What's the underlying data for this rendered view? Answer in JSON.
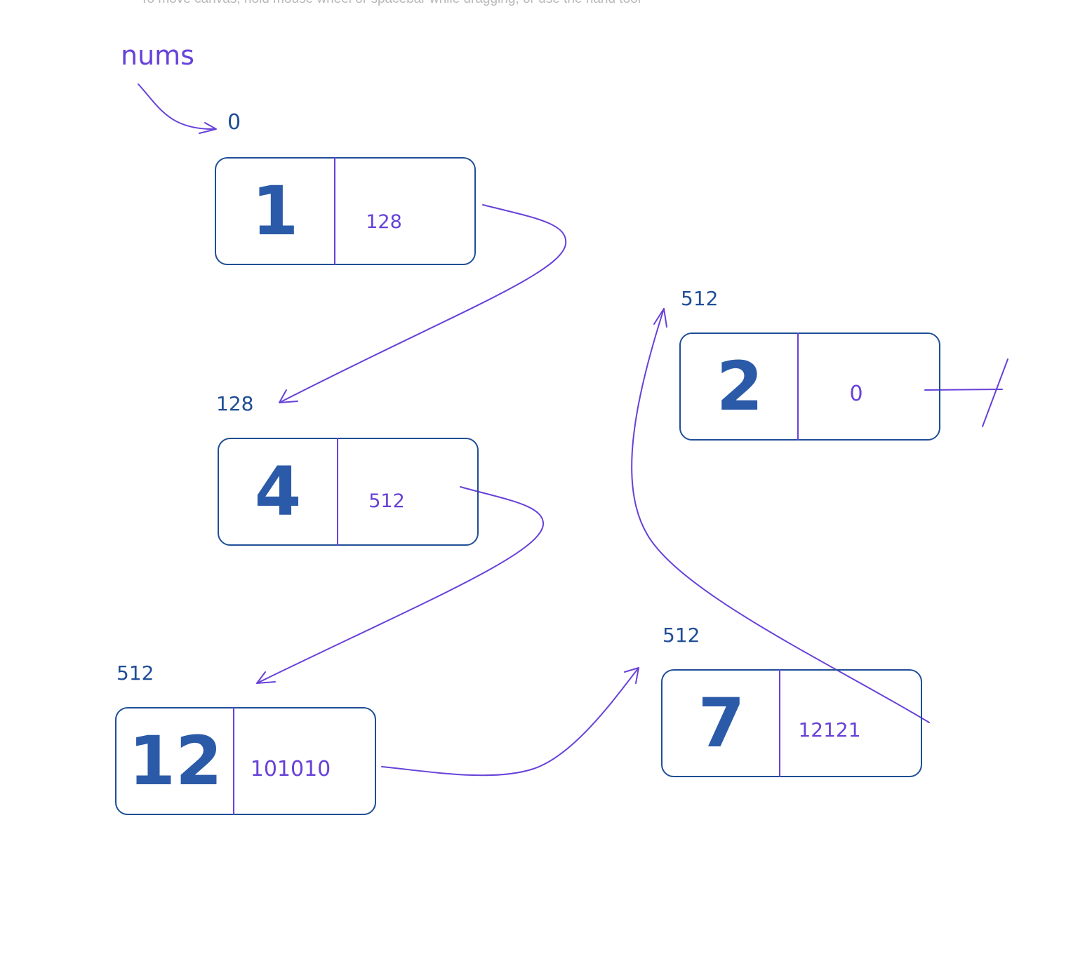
{
  "hint": "To move canvas, hold mouse wheel or spacebar while dragging, or use the hand tool",
  "variable_label": "nums",
  "head_address": "0",
  "nodes": [
    {
      "value": "1",
      "next": "128"
    },
    {
      "value": "4",
      "next": "512",
      "address": "128"
    },
    {
      "value": "12",
      "next": "101010",
      "address": "512"
    },
    {
      "value": "7",
      "next": "12121",
      "address": "512"
    },
    {
      "value": "2",
      "next": "0",
      "address": "512"
    }
  ],
  "colors": {
    "stroke": "#1f4e96",
    "arrow": "#6741d9",
    "value_text": "#2b5aa8",
    "hint_text": "#b8b8b8"
  }
}
